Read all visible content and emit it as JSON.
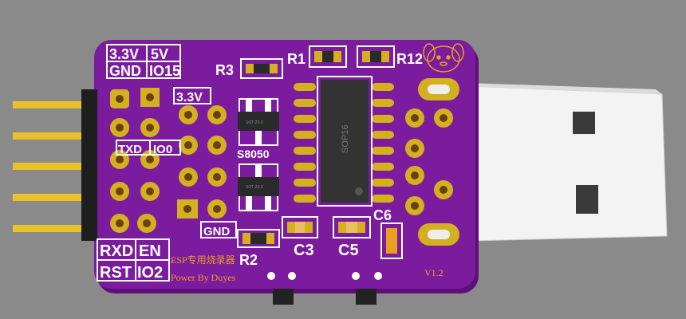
{
  "labels": {
    "power_top_left": "3.3V",
    "power_top_right": "5V",
    "gnd_top": "GND",
    "io15": "IO15",
    "header_33v": "3.3V",
    "txd": "TXD",
    "io0": "IO0",
    "gnd_bottom": "GND",
    "rxd": "RXD",
    "en": "EN",
    "rst": "RST",
    "io2": "IO2",
    "r1": "R1",
    "r2": "R2",
    "r3": "R3",
    "r12": "R12",
    "transistor": "S8050",
    "c3": "C3",
    "c5": "C5",
    "c6": "C6",
    "chip": "SOP16",
    "sot_a": "SOT-23-3",
    "sot_b": "SOT-23-3",
    "brand_line1": "ESP专用烧录器",
    "brand_line2": "Power By Duyes",
    "version": "V1.2"
  },
  "colors": {
    "background": "#8a8a8a",
    "pcb": "#7b1b9e",
    "pcb_edge": "#5e1078",
    "gold": "#d4b020",
    "silk": "#ffffff",
    "usb_plug": "#f2f2f2",
    "serif_text": "#e8a020"
  }
}
